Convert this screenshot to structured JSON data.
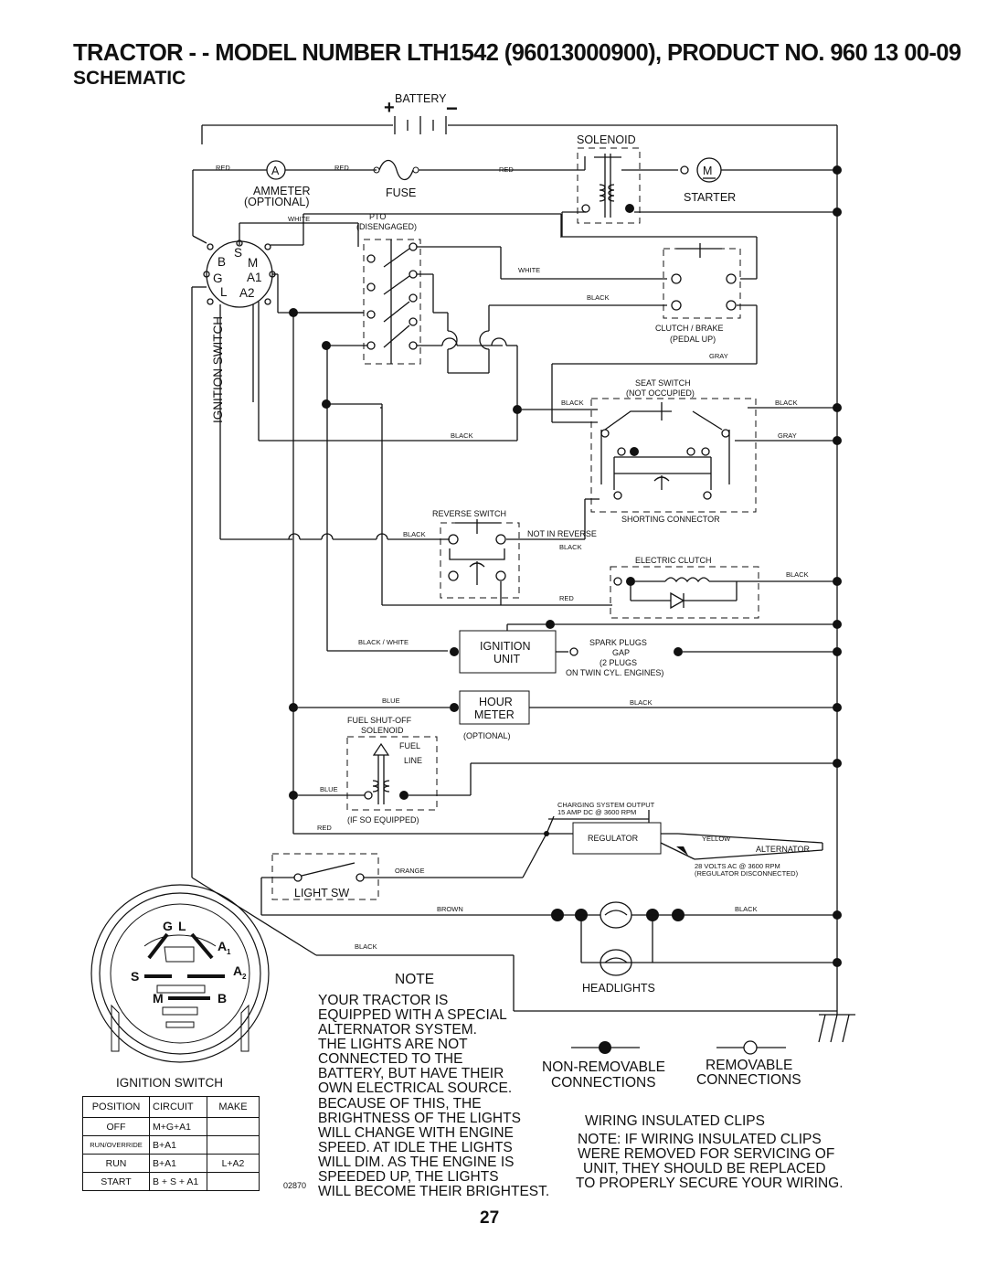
{
  "header": {
    "title": "TRACTOR - - MODEL NUMBER LTH1542 (96013000900), PRODUCT NO. 960 13 00-09",
    "subtitle": "SCHEMATIC"
  },
  "page_number": "27",
  "figure_code": "02870",
  "components": {
    "battery": "BATTERY",
    "battery_plus": "+",
    "battery_minus": "−",
    "solenoid": "SOLENOID",
    "ammeter_letter": "A",
    "ammeter_l1": "AMMETER",
    "ammeter_l2": "(OPTIONAL)",
    "fuse": "FUSE",
    "motor_letter": "M",
    "starter": "STARTER",
    "pto_l1": "PTO",
    "pto_l2": "(DISENGAGED)",
    "ign_switch_vertical": "IGNITION SWITCH",
    "term_b": "B",
    "term_s": "S",
    "term_m": "M",
    "term_g": "G",
    "term_a1": "A1",
    "term_l": "L",
    "term_a2": "A2",
    "clutch_l1": "CLUTCH / BRAKE",
    "clutch_l2": "(PEDAL UP)",
    "seat_l1": "SEAT SWITCH",
    "seat_l2": "(NOT OCCUPIED)",
    "reverse_switch": "REVERSE SWITCH",
    "shorting_connector": "SHORTING CONNECTOR",
    "not_in_reverse": "NOT IN REVERSE",
    "electric_clutch": "ELECTRIC CLUTCH",
    "ignition_unit_l1": "IGNITION",
    "ignition_unit_l2": "UNIT",
    "spark_l1": "SPARK PLUGS",
    "spark_l2": "GAP",
    "spark_l3": "(2 PLUGS",
    "spark_l4": "ON TWIN CYL. ENGINES)",
    "hour_l1": "HOUR",
    "hour_l2": "METER",
    "hour_optional": "(OPTIONAL)",
    "fuel_l1": "FUEL SHUT-OFF",
    "fuel_l2": "SOLENOID",
    "fuel_line_l1": "FUEL",
    "fuel_line_l2": "LINE",
    "fuel_if": "(IF SO EQUIPPED)",
    "charging_l1": "CHARGING SYSTEM OUTPUT",
    "charging_l2": "15 AMP DC @ 3600 RPM",
    "regulator": "REGULATOR",
    "alternator": "ALTERNATOR",
    "alt_l1": "28 VOLTS AC @ 3600 RPM",
    "alt_l2": "(REGULATOR DISCONNECTED)",
    "light_sw": "LIGHT SW",
    "headlights": "HEADLIGHTS"
  },
  "wires": {
    "red": "RED",
    "white": "WHITE",
    "black": "BLACK",
    "gray": "GRAY",
    "black_white": "BLACK / WHITE",
    "blue": "BLUE",
    "orange": "ORANGE",
    "brown": "BROWN",
    "yellow": "YELLOW"
  },
  "switch_face": {
    "g": "G",
    "l": "L",
    "a": "A",
    "one": "1",
    "two": "2",
    "s": "S",
    "m": "M",
    "b": "B"
  },
  "note": {
    "heading": "NOTE",
    "lines": [
      "YOUR TRACTOR IS",
      "EQUIPPED WITH A SPECIAL",
      "ALTERNATOR SYSTEM.",
      "THE LIGHTS ARE NOT",
      "CONNECTED TO THE",
      "BATTERY, BUT HAVE THEIR",
      "OWN ELECTRICAL SOURCE.",
      "BECAUSE OF THIS, THE",
      "BRIGHTNESS OF THE LIGHTS",
      "WILL CHANGE WITH ENGINE",
      "SPEED.  AT IDLE THE LIGHTS",
      "WILL DIM.  AS THE ENGINE IS",
      "SPEEDED UP, THE LIGHTS",
      "WILL BECOME THEIR BRIGHTEST."
    ]
  },
  "legend": {
    "non_removable_l1": "NON-REMOVABLE",
    "non_removable_l2": "CONNECTIONS",
    "removable_l1": "REMOVABLE",
    "removable_l2": "CONNECTIONS",
    "clips_title": "WIRING INSULATED CLIPS",
    "clips_lines": [
      "NOTE: IF WIRING INSULATED CLIPS",
      "WERE REMOVED FOR SERVICING OF",
      "UNIT, THEY SHOULD BE REPLACED",
      "TO PROPERLY SECURE YOUR WIRING."
    ]
  },
  "ignition_switch_table": {
    "title": "IGNITION SWITCH",
    "headers": [
      "POSITION",
      "CIRCUIT",
      "MAKE"
    ],
    "rows": [
      [
        "OFF",
        "M+G+A1",
        ""
      ],
      [
        "RUN/OVERRIDE",
        "B+A1",
        ""
      ],
      [
        "RUN",
        "B+A1",
        "L+A2"
      ],
      [
        "START",
        "B + S + A1",
        ""
      ]
    ]
  }
}
